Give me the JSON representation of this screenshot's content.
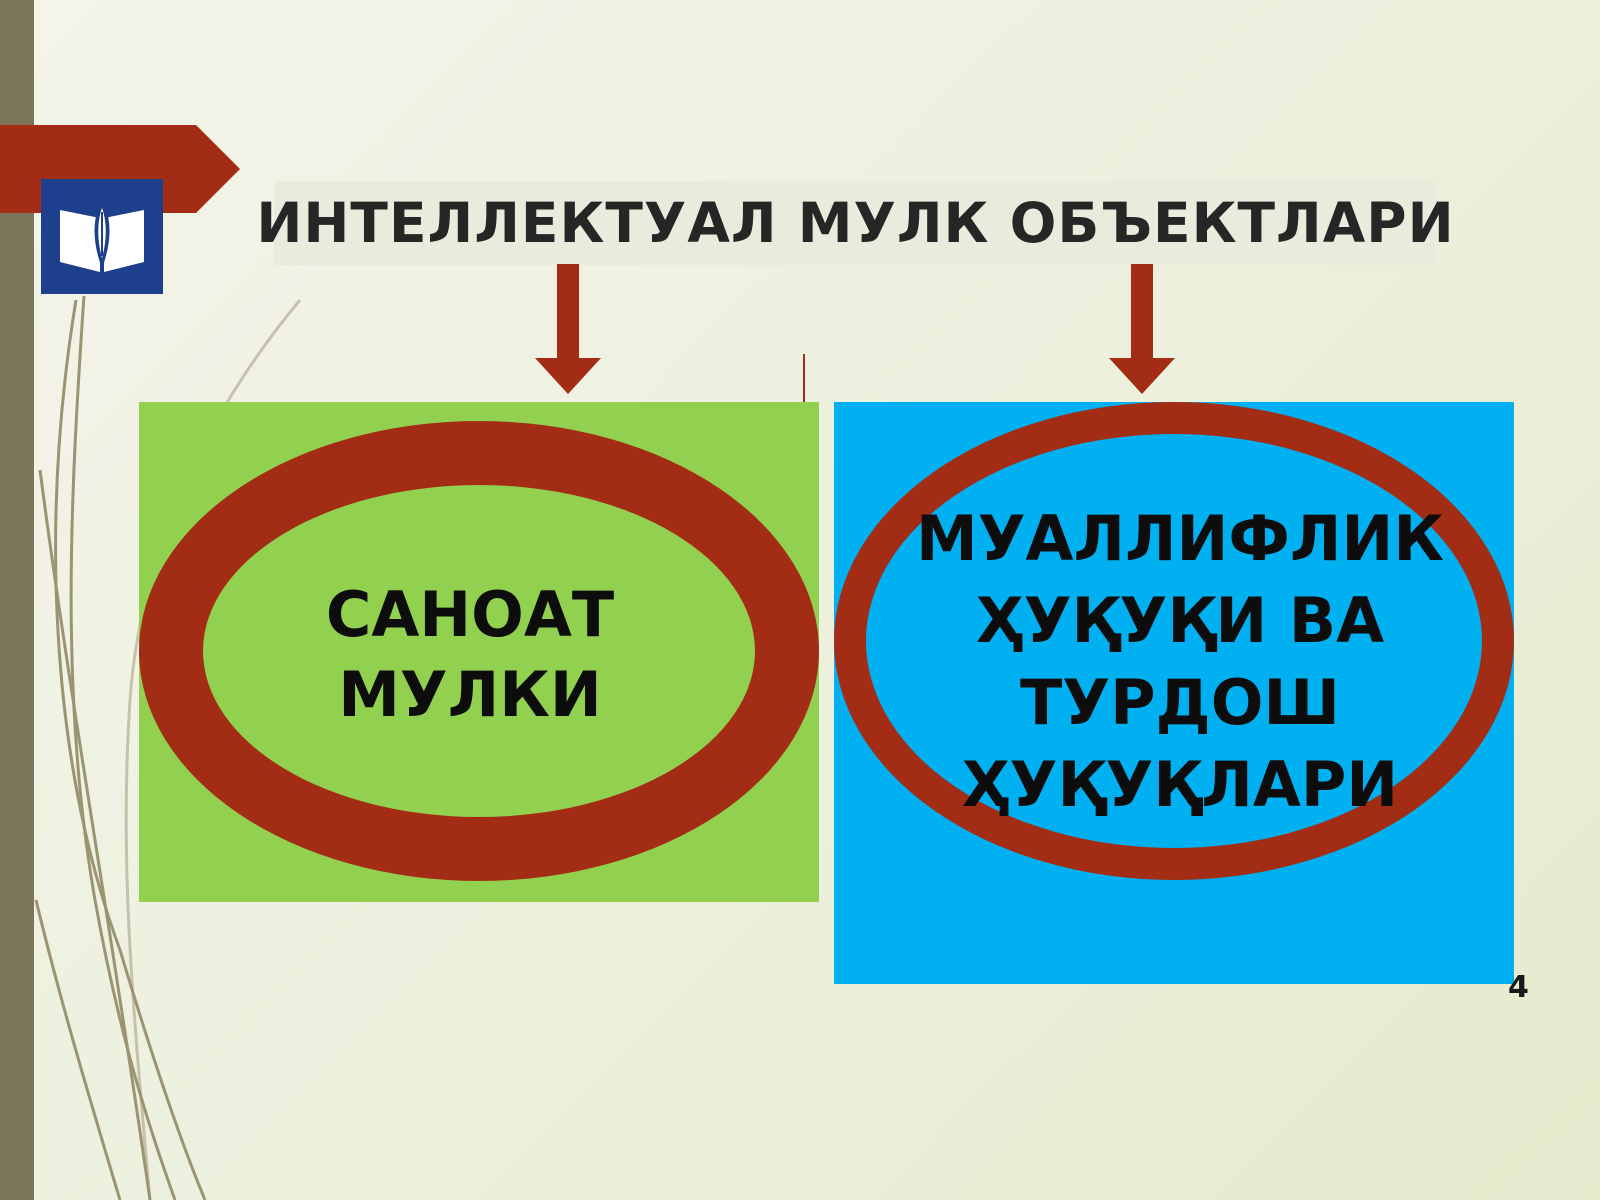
{
  "slide": {
    "title": "ИНТЕЛЛЕКТУАЛ МУЛК ОБЪЕКТЛАРИ",
    "left_item": "САНОАТ\nМУЛКИ",
    "right_item": "МУАЛЛИФЛИК\nҲУҚУҚИ ВА\nТУРДОШ\nҲУҚУҚЛАРИ",
    "page_number": "4"
  },
  "colors": {
    "accent": "#a32c14",
    "left_box": "#92d050",
    "right_box": "#00b0f0",
    "logo_bg": "#1d3f8c",
    "side_bar": "#7d7559"
  },
  "icons": {
    "logo": "open-book-pen-icon",
    "arrows": "down-arrow-icon"
  }
}
